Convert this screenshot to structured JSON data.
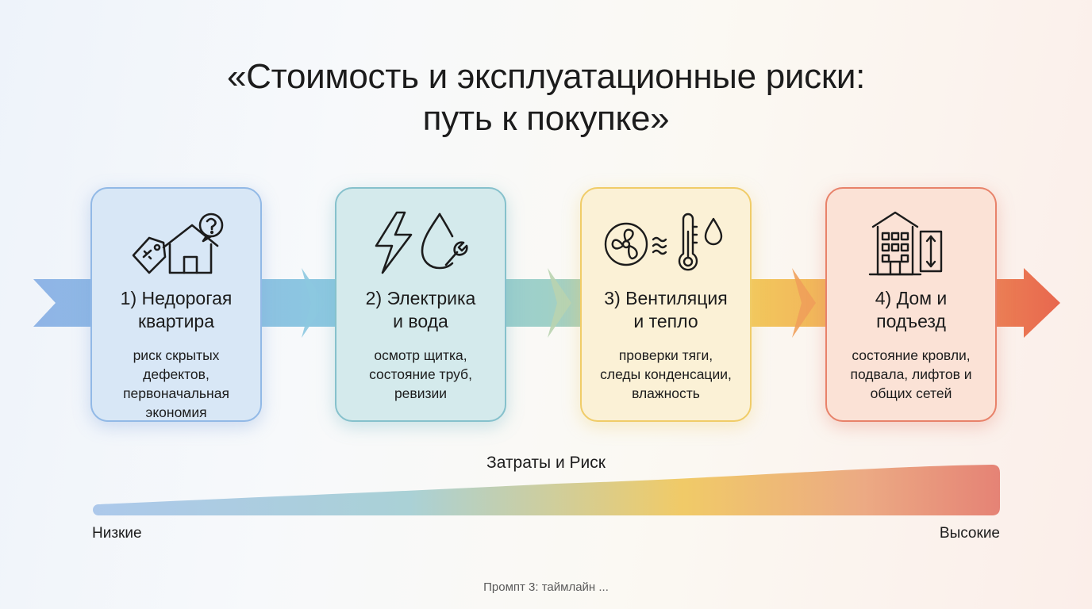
{
  "title": {
    "line1": "«Стоимость и эксплуатационные риски:",
    "line2": "путь к покупке»"
  },
  "colors": {
    "stage1": "#8fb4e6",
    "stage2": "#7cc3c9",
    "stage3": "#f2c75c",
    "stage4": "#e8674f"
  },
  "stages": [
    {
      "heading": [
        "1) Недорогая",
        "квартира"
      ],
      "description": [
        "риск скрытых",
        "дефектов,",
        "первоначальная",
        "экономия"
      ],
      "icons": [
        "price-tag-icon",
        "house-icon",
        "question-bubble-icon"
      ]
    },
    {
      "heading": [
        "2) Электрика",
        "и вода"
      ],
      "description": [
        "осмотр щитка,",
        "состояние труб,",
        "ревизии"
      ],
      "icons": [
        "lightning-icon",
        "water-drop-wrench-icon"
      ]
    },
    {
      "heading": [
        "3) Вентиляция",
        "и тепло"
      ],
      "description": [
        "проверки тяги,",
        "следы конденсации,",
        "влажность"
      ],
      "icons": [
        "fan-icon",
        "airflow-icon",
        "thermometer-icon",
        "droplet-icon"
      ]
    },
    {
      "heading": [
        "4) Дом и",
        "подъезд"
      ],
      "description": [
        "состояние кровли,",
        "подвала, лифтов и",
        "общих сетей"
      ],
      "icons": [
        "apartment-building-icon",
        "elevator-icon"
      ]
    }
  ],
  "scale": {
    "label": "Затраты и Риск",
    "low": "Низкие",
    "high": "Высокие"
  },
  "footer": "Промпт 3: таймлайн ..."
}
